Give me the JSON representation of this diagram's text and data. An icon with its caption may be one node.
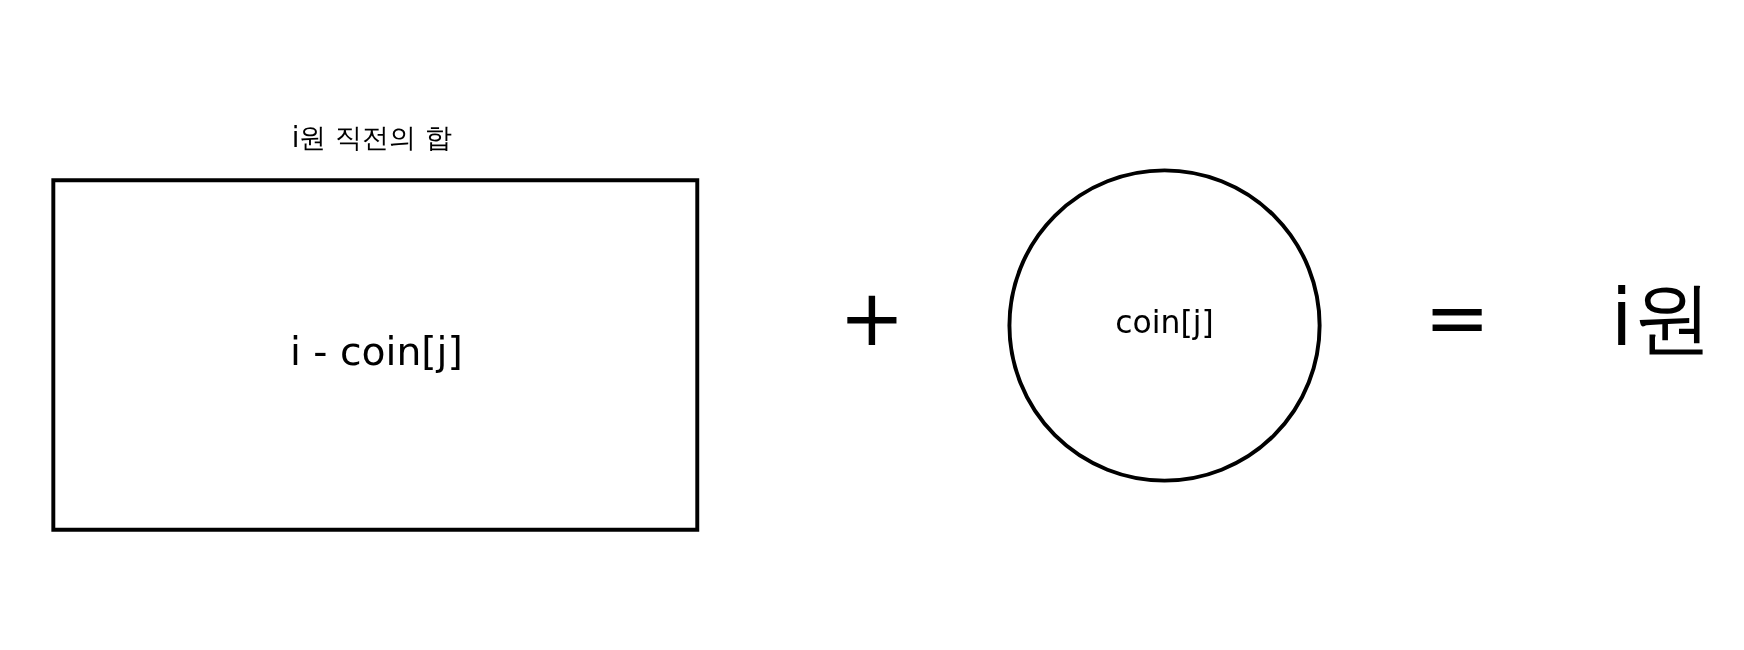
{
  "diagram": {
    "nodes": [
      {
        "text": [
          "i원 직전의 합",
          "i - coin[j]"
        ]
      },
      {
        "text": [
          "coin[j]"
        ]
      }
    ],
    "edges": [],
    "labels": [
      "+",
      "=",
      "i원"
    ]
  }
}
